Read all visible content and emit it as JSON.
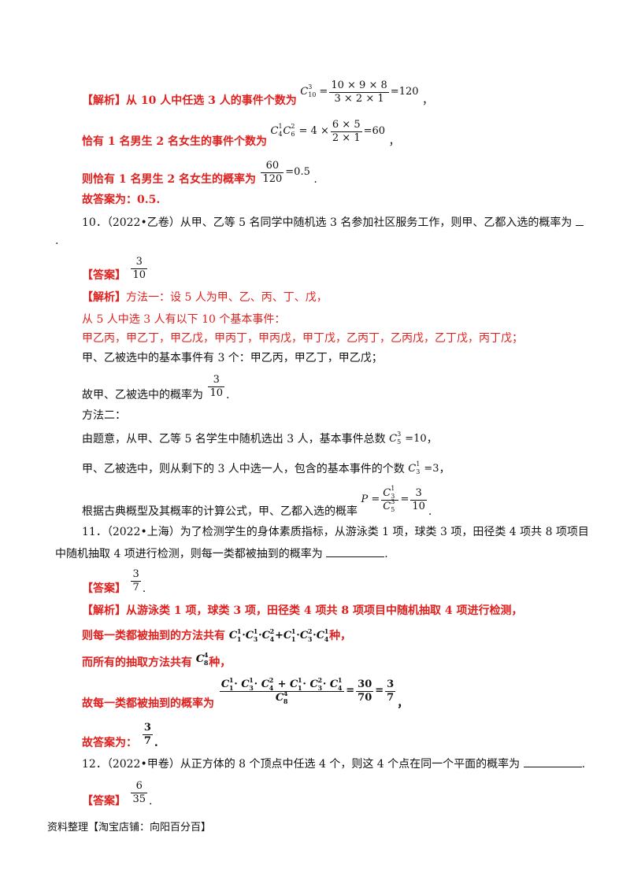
{
  "p9": {
    "analysis_tag": "【解析】",
    "l1": "从 10 人中任选 3 人的事件个数为",
    "l2": "恰有 1 名男生 2 名女生的事件个数为",
    "l3": "则恰有 1 名男生 2 名女生的概率为",
    "l4": "故答案为：0.5."
  },
  "q10": {
    "stem": "10．（2022•乙卷）从甲、乙等 5 名同学中随机选 3 名参加社区服务工作，则甲、乙都入选的概率为",
    "stem_tail": ".",
    "answer_tag": "【答案】",
    "analysis_tag": "【解析】",
    "a1": "方法一：设 5 人为甲、乙、丙、丁、戊，",
    "a2": "从 5 人中选 3 人有以下 10 个基本事件：",
    "a3": "甲乙丙，甲乙丁，甲乙戊，甲丙丁，甲丙戊，甲丁戊，乙丙丁，乙丙戊，乙丁戊，丙丁戊；",
    "a4": "甲、乙被选中的基本事件有 3 个：甲乙丙，甲乙丁，甲乙戊；",
    "a5": "故甲、乙被选中的概率为",
    "a6": "方法二：",
    "a7": "由题意，从甲、乙等 5 名学生中随机选出 3 人，基本事件总数",
    "a8": "甲、乙被选中，则从剩下的 3 人中选一人，包含的基本事件的个数",
    "a9": "根据古典概型及其概率的计算公式，甲、乙都入选的概率"
  },
  "q11": {
    "stem1": "11．（2022•上海）为了检测学生的身体素质指标，从游泳类 1 项，球类 3 项，田径类 4 项共 8 项项目",
    "stem2": "中随机抽取 4 项进行检测，则每一类都被抽到的概率为",
    "answer_tag": "【答案】",
    "analysis_tag": "【解析】",
    "a1": "从游泳类 1 项，球类 3 项，田径类 4 项共 8 项项目中随机抽取 4 项进行检测，",
    "a2": "则每一类都被抽到的方法共有",
    "a2_tail": "种，",
    "a3": "而所有的抽取方法共有",
    "a3_tail": "种，",
    "a4": "故每一类都被抽到的概率为",
    "a5": "故答案为："
  },
  "q12": {
    "stem": "12．（2022•甲卷）从正方体的 8 个顶点中任选 4 个，则这 4 个点在同一个平面的概率为",
    "stem_tail": ".",
    "answer_tag": "【答案】"
  },
  "math": {
    "n10": "10",
    "n9": "9",
    "n8": "8",
    "n3": "3",
    "n2": "2",
    "n1": "1",
    "n4": "4",
    "n6": "6",
    "n5": "5",
    "n120": "120",
    "n60": "60",
    "v05": "0.5",
    "n30": "30",
    "n70": "70",
    "n7": "7",
    "n35": "35",
    "times": "×",
    "eq": "=",
    "cdot": "·",
    "plus": "+",
    "C": "C",
    "P": "P",
    "comma": "，",
    "period": "."
  },
  "footer": "资料整理【淘宝店铺：向阳百分百】"
}
